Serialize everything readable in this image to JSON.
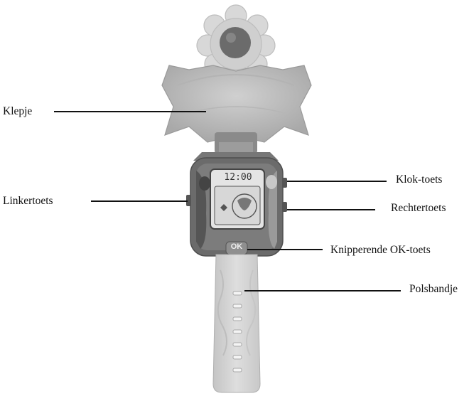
{
  "labels": {
    "flap": "Klepje",
    "left_button": "Linkertoets",
    "clock_button": "Klok-toets",
    "right_button": "Rechtertoets",
    "ok_button": "Knipperende OK-toets",
    "wrist_strap": "Polsbandje"
  },
  "device": {
    "screen_time": "12:00",
    "ok_key_text": "OK"
  },
  "colors": {
    "strap": "#d2d2d2",
    "flap": "#bcbcbc",
    "case": "#6e6e6e",
    "screen": "#e4e4e4"
  }
}
